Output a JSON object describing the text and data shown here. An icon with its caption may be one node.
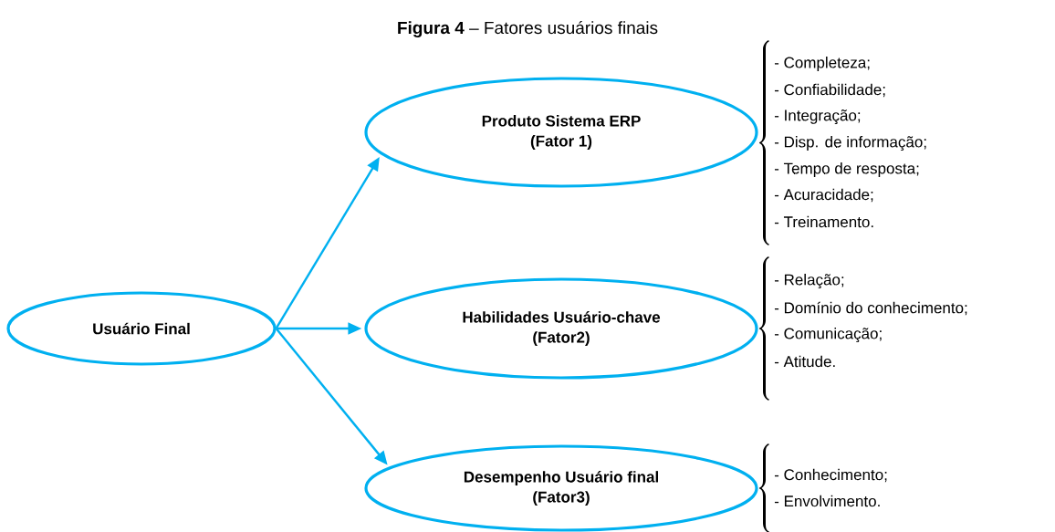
{
  "diagram": {
    "title": "**Figura 4** – Fatores usuários finais",
    "nodes": [
      {
        "text": [
          "Usuário Final"
        ]
      },
      {
        "text": [
          "Produto Sistema ERP",
          "(Fator 1)"
        ]
      },
      {
        "text": [
          "Habilidades Usuário-chave",
          "(Fator2)"
        ]
      },
      {
        "text": [
          "Desempenho Usuário final",
          "(Fator3)"
        ]
      }
    ],
    "edges": [
      {
        "from": 0,
        "to": 1,
        "arrow": "to"
      },
      {
        "from": 0,
        "to": 2,
        "arrow": "to"
      },
      {
        "from": 0,
        "to": 3,
        "arrow": "to"
      }
    ],
    "labels": [
      "- Completeza;",
      "- Confiabilidade;",
      "- Integração;",
      "- Disp. de informação;",
      "- Tempo de resposta;",
      "- Acuracidade;",
      "- Treinamento.",
      "- Relação;",
      "- Domínio do conhecimento;",
      "- Comunicação;",
      "- Atitude.",
      "- Conhecimento;",
      "- Envolvimento."
    ]
  }
}
